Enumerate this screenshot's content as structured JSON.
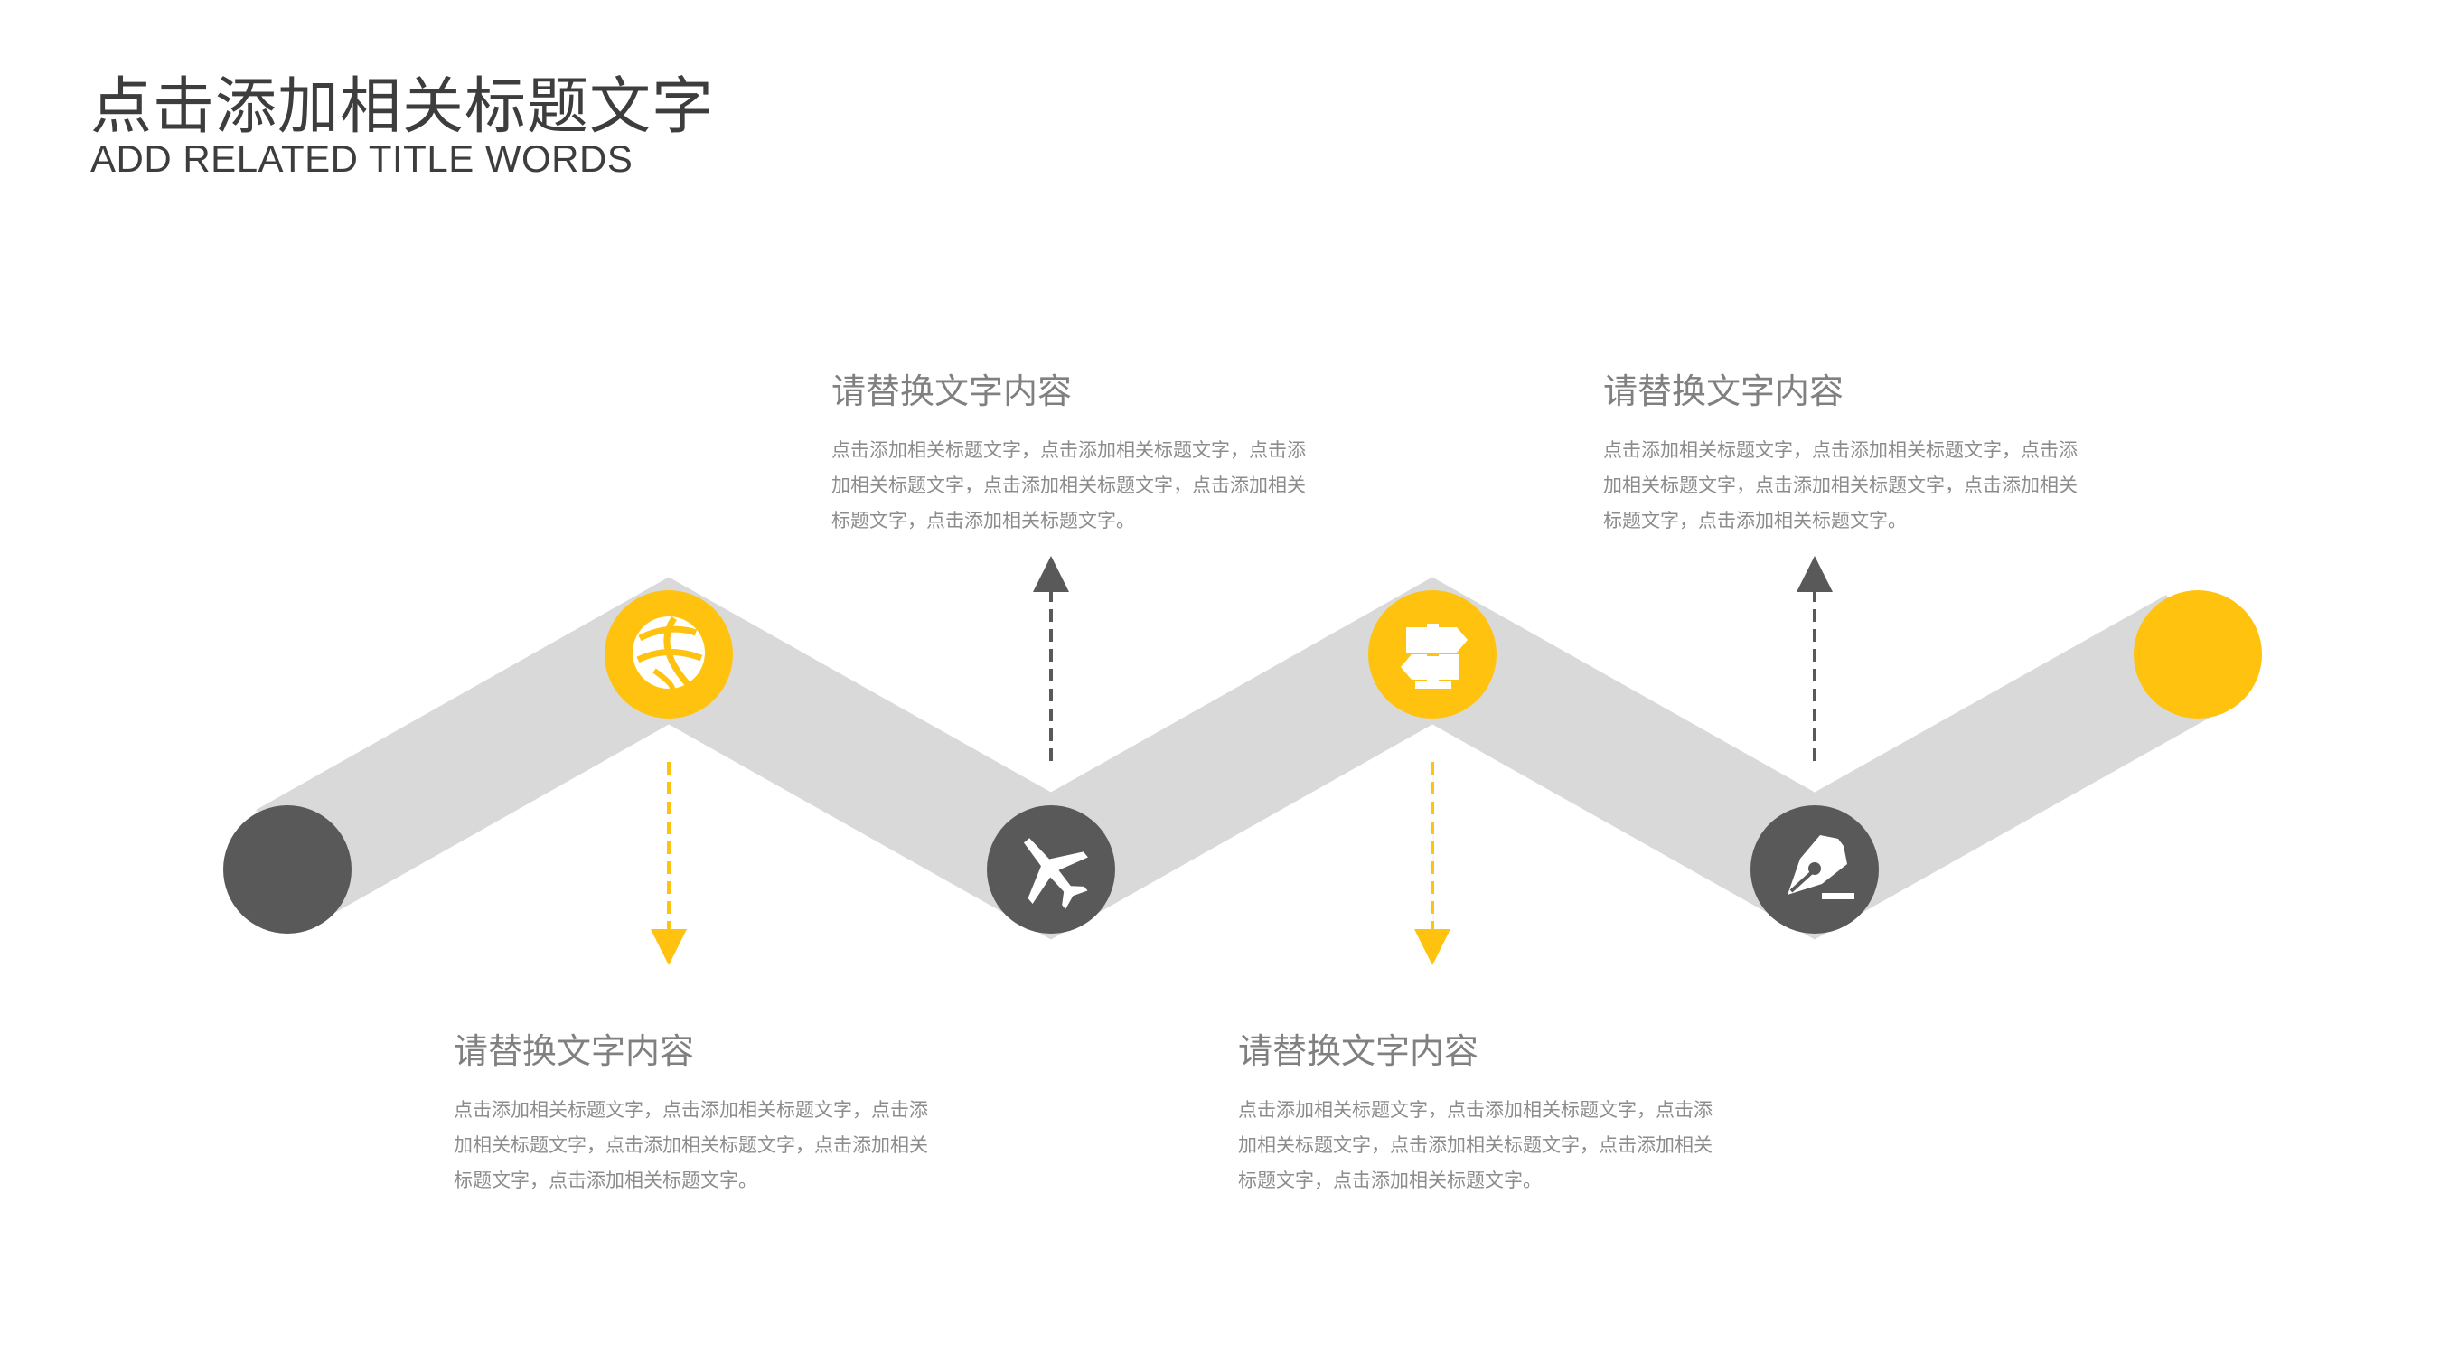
{
  "header": {
    "title": "点击添加相关标题文字",
    "subtitle": "ADD RELATED TITLE WORDS"
  },
  "colors": {
    "accent": "#FFC20E",
    "dark": "#595959",
    "track": "#D9D9D9",
    "text": "#808080"
  },
  "nodes": [
    {
      "icon": "none",
      "style": "dark"
    },
    {
      "icon": "basketball-icon",
      "style": "accent"
    },
    {
      "icon": "airplane-icon",
      "style": "dark"
    },
    {
      "icon": "signpost-icon",
      "style": "accent"
    },
    {
      "icon": "pen-nib-icon",
      "style": "dark"
    },
    {
      "icon": "none",
      "style": "accent"
    }
  ],
  "blocks": [
    {
      "heading": "请替换文字内容",
      "body": "点击添加相关标题文字，点击添加相关标题文字，点击添加相关标题文字，点击添加相关标题文字，点击添加相关标题文字，点击添加相关标题文字。"
    },
    {
      "heading": "请替换文字内容",
      "body": "点击添加相关标题文字，点击添加相关标题文字，点击添加相关标题文字，点击添加相关标题文字，点击添加相关标题文字，点击添加相关标题文字。"
    },
    {
      "heading": "请替换文字内容",
      "body": "点击添加相关标题文字，点击添加相关标题文字，点击添加相关标题文字，点击添加相关标题文字，点击添加相关标题文字，点击添加相关标题文字。"
    },
    {
      "heading": "请替换文字内容",
      "body": "点击添加相关标题文字，点击添加相关标题文字，点击添加相关标题文字，点击添加相关标题文字，点击添加相关标题文字，点击添加相关标题文字。"
    }
  ]
}
